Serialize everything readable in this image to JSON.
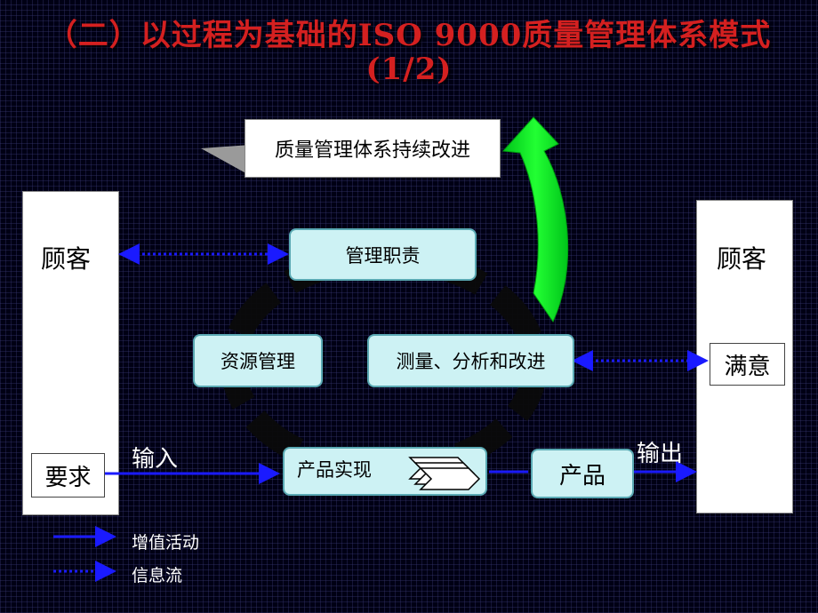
{
  "title": {
    "line1": "（二）以过程为基础的ISO 9000质量管理体系模式",
    "line2": "(1/2)"
  },
  "customer_left": {
    "label": "顾客",
    "requirement": "要求"
  },
  "customer_right": {
    "label": "顾客",
    "satisfaction": "满意"
  },
  "continuous_improvement": "质量管理体系持续改进",
  "processes": {
    "management_responsibility": "管理职责",
    "resource_management": "资源管理",
    "measurement_analysis_improvement": "测量、分析和改进",
    "product_realization": "产品实现"
  },
  "product": "产品",
  "flow_labels": {
    "input": "输入",
    "output": "输出"
  },
  "legend": {
    "value_adding": "增值活动",
    "information_flow": "信息流"
  },
  "colors": {
    "title": "#d42020",
    "process_box": "#cdf2f4",
    "improvement_arrow": "#00ee22",
    "value_arrow": "#1a1aff",
    "info_arrow": "#1a1aff"
  }
}
